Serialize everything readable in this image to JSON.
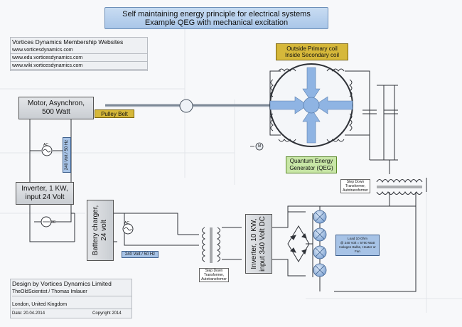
{
  "title": {
    "line1": "Self maintaining energy principle for electrical systems",
    "line2": "Example QEG with mechanical excitation"
  },
  "membership": {
    "heading": "Vortices Dynamics Membership Websites",
    "links": [
      "www.vorticesdynamics.com",
      "www.edu.vorticesdynamics.com",
      "www.wiki.vorticesdynamics.com"
    ]
  },
  "coil": {
    "line1": "Outside Primary coil",
    "line2": "Inside Secondary coil"
  },
  "motor": {
    "line1": "Motor, Asynchron,",
    "line2": "500 Watt"
  },
  "pulley": "Pulley Belt",
  "qeg": {
    "line1": "Quantum Energy",
    "line2": "Generator (QEG)"
  },
  "inverter1": {
    "line1": "Inverter, 1 KW,",
    "line2": "input 24 Volt"
  },
  "charger": {
    "line1": "Battery charger,",
    "line2": "24 volt"
  },
  "inverter2": {
    "line1": "Inverter, 10 KW,",
    "line2": "input 340 Volt DC"
  },
  "labels": {
    "ac_top": "AC",
    "ac_mid": "AC",
    "dc": "DC",
    "motor_m": "M",
    "v240_vertical": "240 Volt / 50 Hz",
    "v240_horizontal": "240 Volt / 50 Hz"
  },
  "transformer_right": {
    "line1": "Step Down",
    "line2": "Transformer,",
    "line3": "Autotransformer"
  },
  "transformer_bottom": {
    "line1": "Step Down",
    "line2": "Transformer,",
    "line3": "Autotransformer"
  },
  "load": {
    "line1": "Load 10 Ohm",
    "line2": "@ 240 Volt = 5760 Watt",
    "line3": "Halogen Bulbs, Heater or",
    "line4": "Fan"
  },
  "design": {
    "heading": "Design by Vortices Dynamics Limited",
    "author": "TheOldScientist / Thomas Imlauer",
    "location": "London, United Kingdom",
    "date": "Date: 20.04.2014",
    "copyright": "Copyright 2014"
  },
  "colors": {
    "title_blue": "#b4cfee",
    "coil_gold": "#d6b83a",
    "qeg_green": "#c8e6a6",
    "rotor_blue": "#8fb4e3",
    "wire": "#2f3238"
  }
}
